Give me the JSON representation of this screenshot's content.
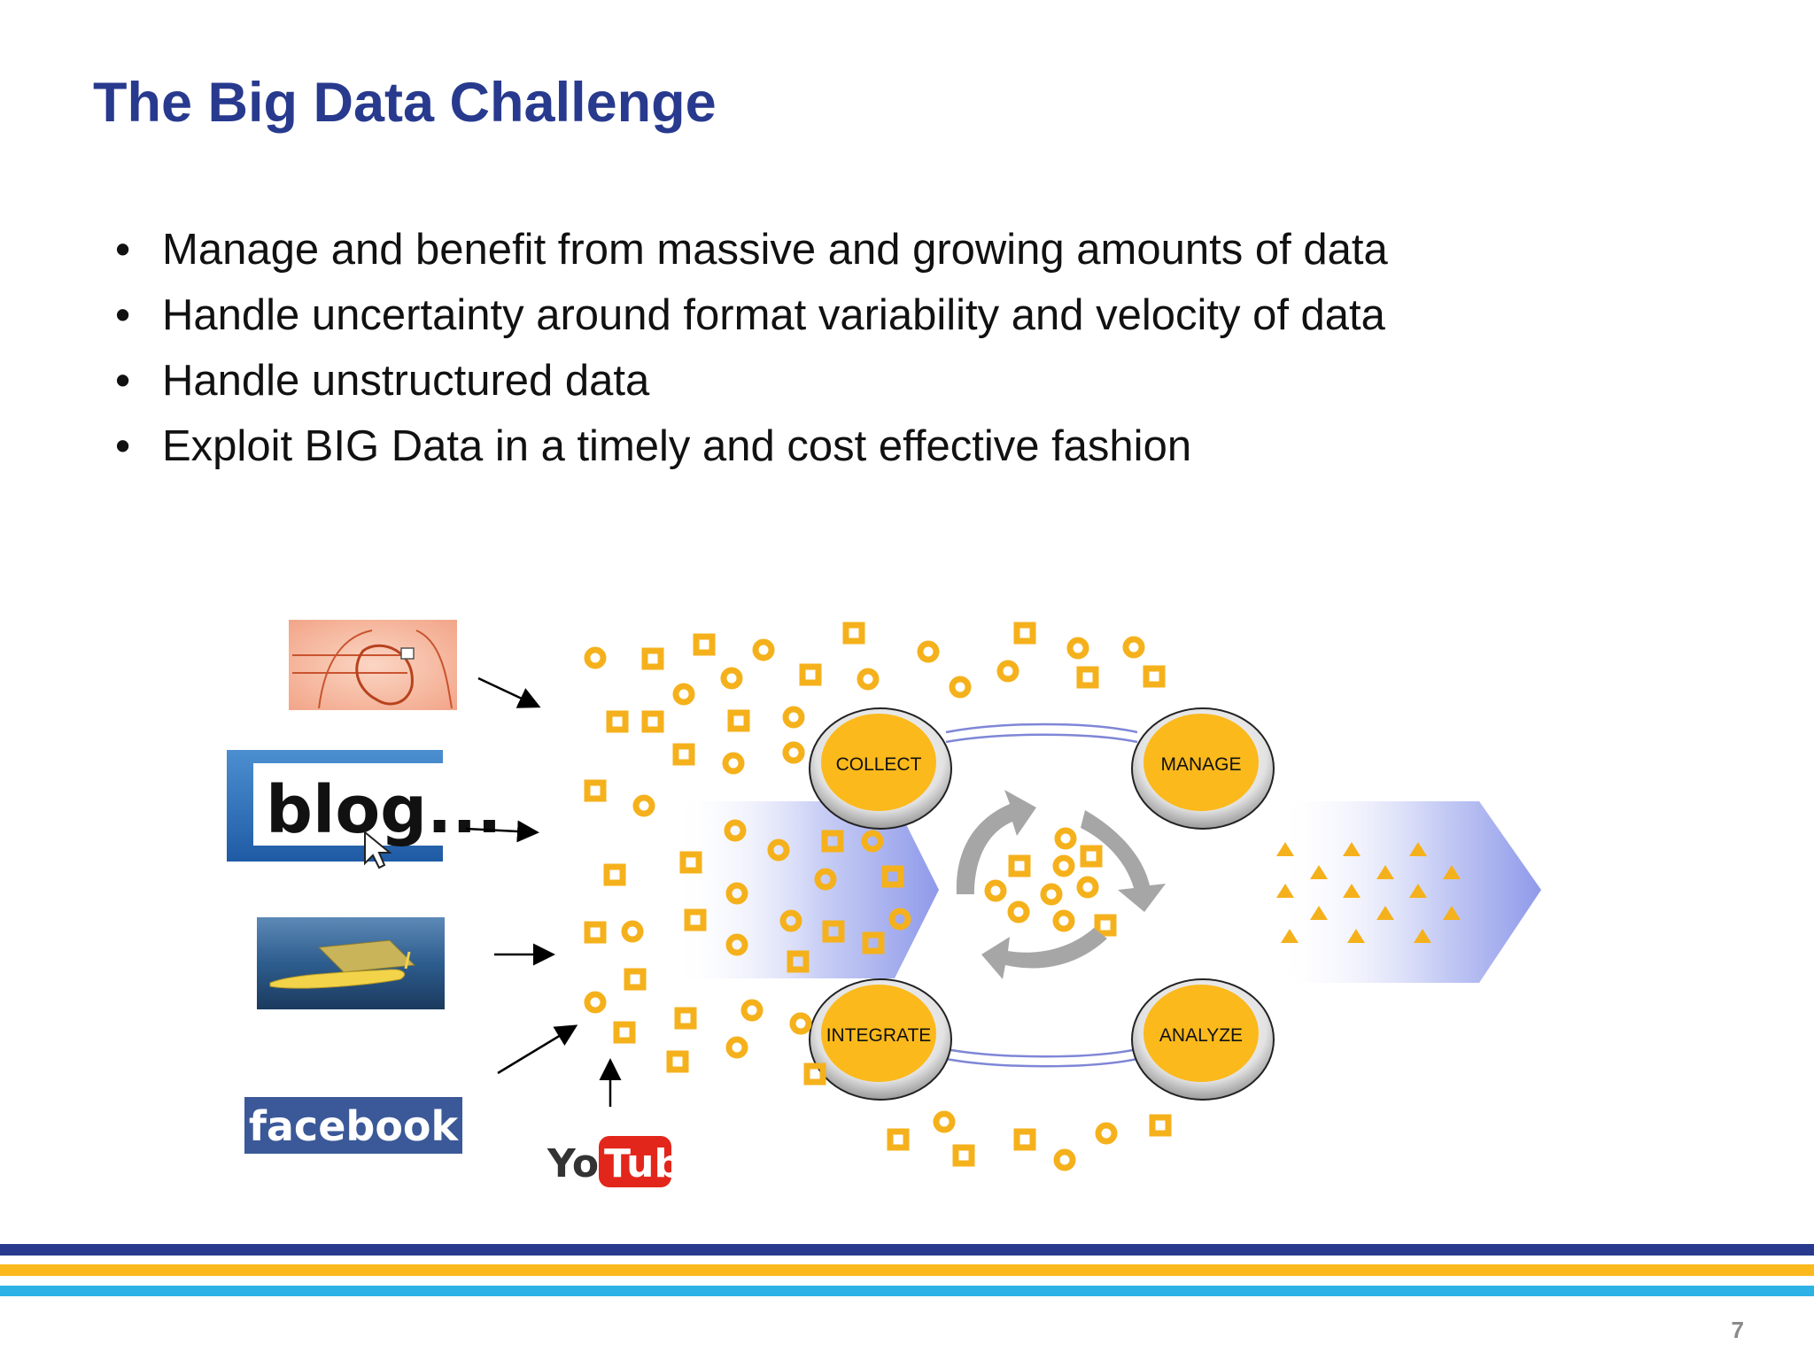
{
  "slide": {
    "title": "The Big Data Challenge",
    "page_number": "7"
  },
  "bullets": [
    "Manage and benefit from massive and growing amounts of data",
    "Handle uncertainty around format variability and velocity of data",
    "Handle unstructured data",
    "Exploit BIG Data in a timely and cost effective fashion"
  ],
  "sources": {
    "blog_label": "blog...",
    "facebook_label": "facebook",
    "youtube_you": "You",
    "youtube_tube": "Tube"
  },
  "cycle": {
    "collect": "COLLECT",
    "manage": "MANAGE",
    "integrate": "INTEGRATE",
    "analyze": "ANALYZE"
  },
  "colors": {
    "title": "#283a8e",
    "accent_yellow": "#f5b11c",
    "stripe_navy": "#283a8e",
    "stripe_yellow": "#fbb91c",
    "stripe_cyan": "#2db2e5"
  }
}
